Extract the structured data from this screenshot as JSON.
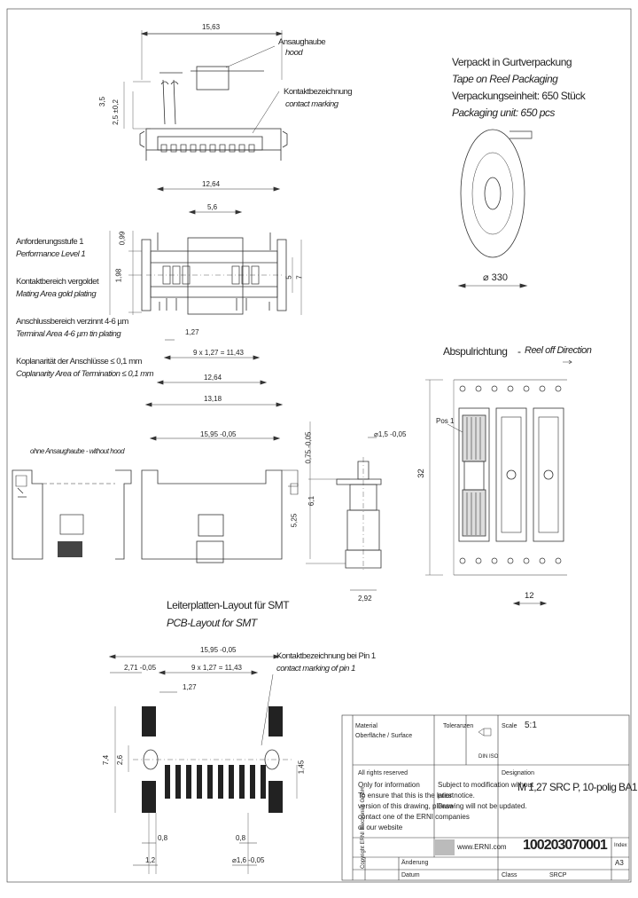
{
  "notes": {
    "hood_de": "Ansaughaube",
    "hood_en": "hood",
    "contact_marking_de": "Kontaktbezeichnung",
    "contact_marking_en": "contact marking",
    "performance_de": "Anforderungsstufe 1",
    "performance_en": "Performance Level 1",
    "mating_area_de": "Kontaktbereich vergoldet",
    "mating_area_en": "Mating Area gold plating",
    "terminal_area_de": "Anschlussbereich verzinnt 4-6 µm",
    "terminal_area_en": "Terminal Area 4-6 µm tin plating",
    "coplanarity_de": "Koplanarität der Anschlüsse ≤ 0,1 mm",
    "coplanarity_en": "Coplanarity Area of Termination ≤ 0,1 mm",
    "without_hood": "ohne Ansaughaube - without hood",
    "pcb_layout_de": "Leiterplatten-Layout für SMT",
    "pcb_layout_en": "PCB-Layout for SMT",
    "pin1_marking_de": "Kontaktbezeichnung bei Pin 1",
    "pin1_marking_en": "contact marking of pin 1"
  },
  "packaging": {
    "line1": "Verpackt in Gurtverpackung",
    "line2": "Tape on Reel Packaging",
    "line3": "Verpackungseinheit: 650 Stück",
    "line4": "Packaging unit: 650 pcs",
    "reel_dim": "⌀ 330"
  },
  "reel_off": {
    "title_de": "Abspulrichtung",
    "title_en": "Reel off Direction",
    "pos1": "Pos 1",
    "dim_32": "32",
    "dim_12": "12"
  },
  "dims": {
    "top_width": "15,63",
    "h35": "3,5",
    "h25": "2,5 ±0,2",
    "w1264": "12,64",
    "w56": "5,6",
    "h099": "0,99",
    "h198": "1,98",
    "d5": "5",
    "d7": "7",
    "p127": "1,27",
    "p1143": "9 x 1,27 = 11,43",
    "w1264b": "12,64",
    "w1318": "13,18",
    "w1595": "15,95 -0,05",
    "h075": "0,75 -0,05",
    "h61": "6,1",
    "h525": "5,25",
    "d015": "⌀1,5 -0,05",
    "d292": "2,92",
    "pcb_w1595": "15,95 -0,05",
    "pcb_271": "2,71 -0,05",
    "pcb_1143": "9 x 1,27 = 11,43",
    "pcb_127": "1,27",
    "pcb_74": "7,4",
    "pcb_26": "2,6",
    "pcb_145": "1,45",
    "pcb_08a": "0,8",
    "pcb_08b": "0,8",
    "pcb_12": "1,2",
    "pcb_d16": "⌀1,6 -0,05"
  },
  "title_block": {
    "material_label": "Material",
    "surface_label": "Oberfläche / Surface",
    "tolerance_label": "Toleranzen",
    "scale_label": "Scale",
    "scale_value": "5:1",
    "projection": "DIN ISO",
    "rights_label": "All rights reserved",
    "only_info": "Only for information",
    "designation_label": "Designation",
    "designation": "M 1,27 SRC P, 10-polig BA1",
    "subject_line1": "Subject to modification without",
    "subject_line2": "prior notice.",
    "subject_line3": "Drawing will not be updated.",
    "ensure_line1": "To ensure that this is the latest",
    "ensure_line2": "version of this drawing, please",
    "ensure_line3": "contact one of the ERNI companies",
    "ensure_line4": "or our website",
    "website": "www.ERNI.com",
    "part_number": "100203070001",
    "index_label": "Index",
    "format": "A3",
    "date_label": "Datum",
    "change_label": "Änderung",
    "class_label": "Class",
    "class_value": "SRCP",
    "side_text": "Copyright ERNI Electronics GmbH"
  }
}
